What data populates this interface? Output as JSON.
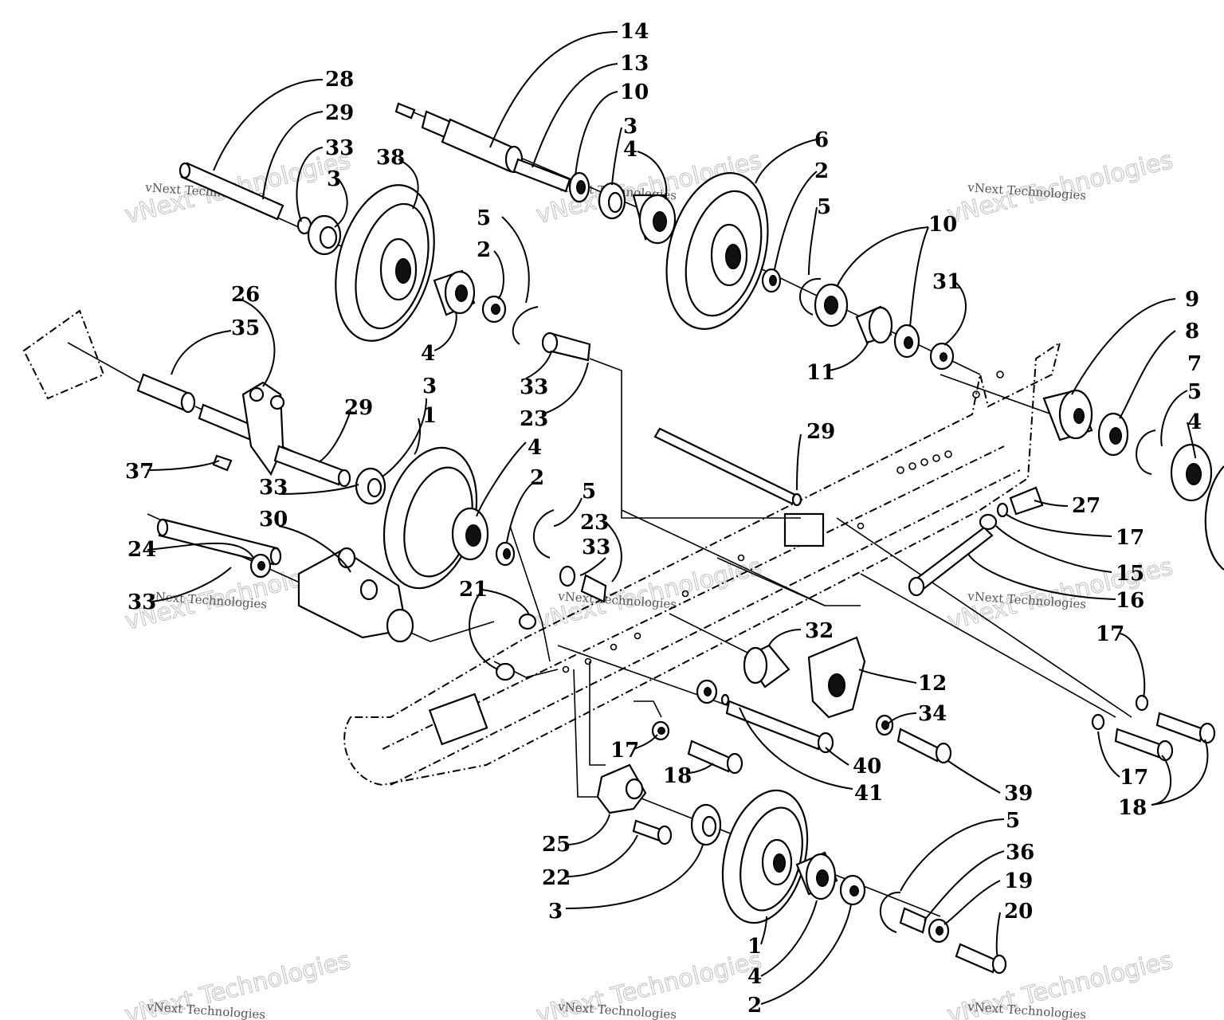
{
  "callouts": [
    {
      "text": "14"
    },
    {
      "text": "13"
    },
    {
      "text": "10"
    },
    {
      "text": "3"
    },
    {
      "text": "4"
    },
    {
      "text": "28"
    },
    {
      "text": "29"
    },
    {
      "text": "33"
    },
    {
      "text": "3"
    },
    {
      "text": "38"
    },
    {
      "text": "6"
    },
    {
      "text": "2"
    },
    {
      "text": "5"
    },
    {
      "text": "10"
    },
    {
      "text": "5"
    },
    {
      "text": "2"
    },
    {
      "text": "31"
    },
    {
      "text": "26"
    },
    {
      "text": "35"
    },
    {
      "text": "4"
    },
    {
      "text": "33"
    },
    {
      "text": "23"
    },
    {
      "text": "11"
    },
    {
      "text": "9"
    },
    {
      "text": "8"
    },
    {
      "text": "7"
    },
    {
      "text": "5"
    },
    {
      "text": "4"
    },
    {
      "text": "3"
    },
    {
      "text": "1"
    },
    {
      "text": "29"
    },
    {
      "text": "29"
    },
    {
      "text": "37"
    },
    {
      "text": "33"
    },
    {
      "text": "4"
    },
    {
      "text": "2"
    },
    {
      "text": "5"
    },
    {
      "text": "30"
    },
    {
      "text": "23"
    },
    {
      "text": "33"
    },
    {
      "text": "24"
    },
    {
      "text": "33"
    },
    {
      "text": "21"
    },
    {
      "text": "27"
    },
    {
      "text": "17"
    },
    {
      "text": "15"
    },
    {
      "text": "16"
    },
    {
      "text": "32"
    },
    {
      "text": "17"
    },
    {
      "text": "12"
    },
    {
      "text": "34"
    },
    {
      "text": "17"
    },
    {
      "text": "18"
    },
    {
      "text": "40"
    },
    {
      "text": "41"
    },
    {
      "text": "39"
    },
    {
      "text": "17"
    },
    {
      "text": "18"
    },
    {
      "text": "25"
    },
    {
      "text": "22"
    },
    {
      "text": "3"
    },
    {
      "text": "5"
    },
    {
      "text": "36"
    },
    {
      "text": "19"
    },
    {
      "text": "20"
    },
    {
      "text": "1"
    },
    {
      "text": "4"
    },
    {
      "text": "2"
    }
  ],
  "watermarks": [
    {
      "small": "vNext Technologies",
      "big": "vNext Technologies"
    },
    {
      "small": "vNext Technologies",
      "big": "vNext Technologies"
    },
    {
      "small": "vNext Technologies",
      "big": "vNext Technologies"
    },
    {
      "small": "vNext Technologies",
      "big": "vNext Technologies"
    },
    {
      "small": "vNext Technologies",
      "big": "vNext Technologies"
    },
    {
      "small": "vNext Technologies",
      "big": "vNext Technologies"
    },
    {
      "small": "vNext Technologies",
      "big": "vNext Technologies"
    },
    {
      "small": "vNext Technologies",
      "big": "vNext Technologies"
    },
    {
      "small": "vNext Technologies",
      "big": "vNext Technologies"
    }
  ]
}
